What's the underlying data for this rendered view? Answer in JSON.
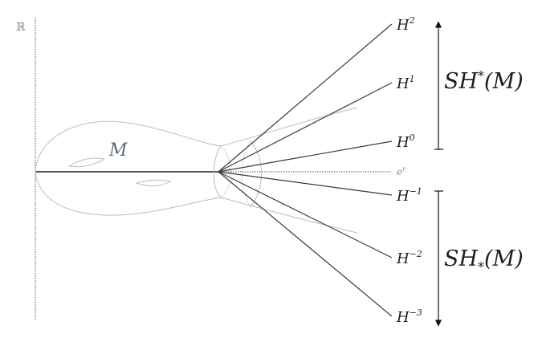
{
  "axis": {
    "label": "ℝ",
    "er_label": "e",
    "er_sup": "r"
  },
  "manifold": {
    "label": "M"
  },
  "rays": [
    {
      "base": "H",
      "sup": "2"
    },
    {
      "base": "H",
      "sup": "1"
    },
    {
      "base": "H",
      "sup": "0"
    },
    {
      "base": "H",
      "sup": "−1"
    },
    {
      "base": "H",
      "sup": "−2"
    },
    {
      "base": "H",
      "sup": "−3"
    }
  ],
  "cohomology": {
    "upper": {
      "name": "SH",
      "sup": "*",
      "arg": "(M)"
    },
    "lower": {
      "name": "SH",
      "sub": "*",
      "arg": "(M)"
    }
  },
  "colors": {
    "ray": "#3a3a3a",
    "outline": "#b8b8b8",
    "axis": "#555555",
    "text": "#1f1f1f"
  }
}
